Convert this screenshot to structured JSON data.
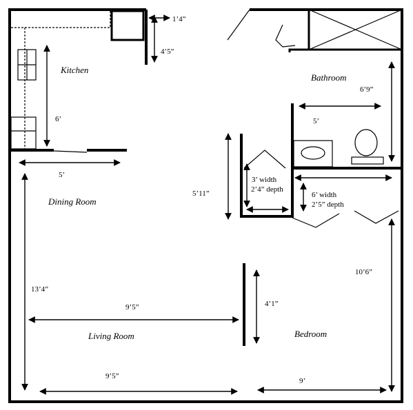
{
  "rooms": {
    "kitchen": "Kitchen",
    "bathroom": "Bathroom",
    "dining": "Dining Room",
    "living": "Living Room",
    "bedroom": "Bedroom"
  },
  "dimensions": {
    "kitchen_wall_width": "1’4”",
    "kitchen_wall_length": "4’5”",
    "kitchen_depth": "6’",
    "kitchen_width": "5’",
    "bathroom_height": "6’9”",
    "bathroom_width": "5’",
    "hall_length": "5’11”",
    "closet1_width": "3’ width",
    "closet1_depth": "2’4” depth",
    "closet2_width": "6’ width",
    "closet2_depth": "2’5” depth",
    "bedroom_height": "10’6”",
    "living_height": "13’4”",
    "living_width_upper": "9’5”",
    "bedroom_wall_length": "4’1”",
    "living_width_lower": "9’5”",
    "bedroom_width": "9’"
  },
  "icons": {
    "stove": "stove-icon",
    "sink": "sink-icon",
    "toilet": "toilet-icon",
    "shower": "shower-icon"
  }
}
